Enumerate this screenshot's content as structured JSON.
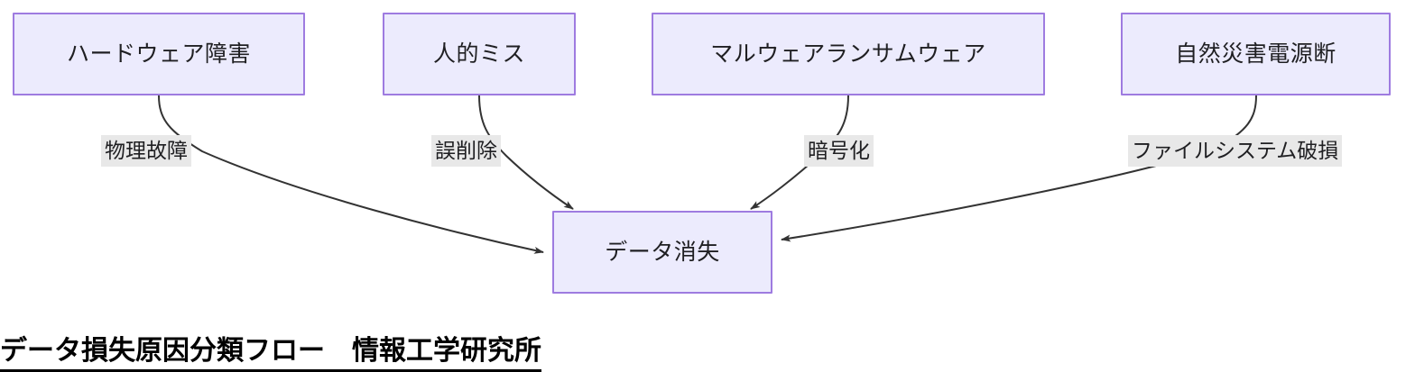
{
  "diagram": {
    "caption": "データ損失原因分類フロー　情報工学研究所",
    "colors": {
      "node_fill": "#ECEBFD",
      "node_border": "#9E7BE0",
      "edge_stroke": "#333333",
      "edge_label_bg": "#E8E8E8",
      "text": "#1f1f22",
      "caption_text": "#000000",
      "background": "#ffffff"
    },
    "nodes": [
      {
        "id": "hardware",
        "label": "ハードウェア障害"
      },
      {
        "id": "human",
        "label": "人的ミス"
      },
      {
        "id": "malware",
        "label": "マルウェアランサムウェア"
      },
      {
        "id": "disaster",
        "label": "自然災害電源断"
      },
      {
        "id": "dataloss",
        "label": "データ消失"
      }
    ],
    "edges": [
      {
        "id": "e1",
        "from": "hardware",
        "to": "dataloss",
        "label": "物理故障"
      },
      {
        "id": "e2",
        "from": "human",
        "to": "dataloss",
        "label": "誤削除"
      },
      {
        "id": "e3",
        "from": "malware",
        "to": "dataloss",
        "label": "暗号化"
      },
      {
        "id": "e4",
        "from": "disaster",
        "to": "dataloss",
        "label": "ファイルシステム破損"
      }
    ]
  }
}
